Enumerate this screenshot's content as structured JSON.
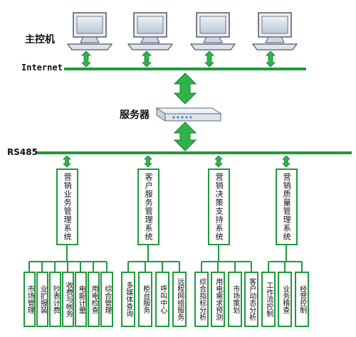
{
  "labels": {
    "host": "主控机",
    "internet": "Internet",
    "server": "服务器",
    "rs485": "RS485"
  },
  "systems": [
    {
      "name": "营销业务管理系统",
      "modules": [
        "市场管理",
        "业扩报装",
        "抄表计费",
        "收费与帐务",
        "电能计量",
        "用电检查",
        "综合管理"
      ]
    },
    {
      "name": "客户服务管理系统",
      "modules": [
        "多媒体查询",
        "柜台服务",
        "呼叫中心",
        "远程网络服务"
      ]
    },
    {
      "name": "营销决策支持系统",
      "modules": [
        "综合指标分析",
        "用电需求预测",
        "市场策划",
        "客户动态分析"
      ]
    },
    {
      "name": "营销质量管理系统",
      "modules": [
        "工作流控制",
        "业务稽查",
        "经营控制"
      ]
    }
  ],
  "colors": {
    "line": "#1f9a3c",
    "arrow": "#2db34a",
    "arrow_edge": "#177a2e",
    "monitor": "#9fb3c8"
  }
}
